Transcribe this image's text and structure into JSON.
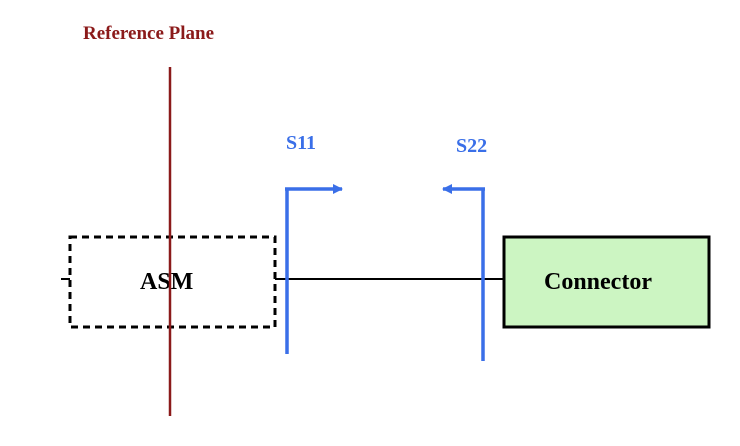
{
  "reference_plane": {
    "label": "Reference Plane",
    "color": "#8b1a1a"
  },
  "ports": {
    "s11": {
      "label": "S11",
      "direction": "right",
      "color": "#3a6fe8"
    },
    "s22": {
      "label": "S22",
      "direction": "left",
      "color": "#3a6fe8"
    }
  },
  "blocks": {
    "asm": {
      "label": "ASM",
      "style": "dashed-outline",
      "fill": "#ffffff"
    },
    "connector": {
      "label": "Connector",
      "style": "solid-outline",
      "fill": "#ccf5c2"
    }
  }
}
